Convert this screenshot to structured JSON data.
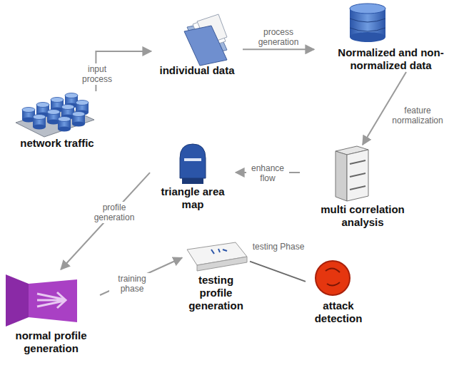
{
  "diagram": {
    "nodes": [
      {
        "text": [
          "network traffic"
        ]
      },
      {
        "text": [
          "individual data"
        ]
      },
      {
        "text": [
          "Normalized and non-normalized data"
        ]
      },
      {
        "text": [
          "multi correlation analysis"
        ]
      },
      {
        "text": [
          "triangle area map"
        ]
      },
      {
        "text": [
          "normal profile generation"
        ]
      },
      {
        "text": [
          "testing profile generation"
        ]
      },
      {
        "text": [
          "attack detection"
        ]
      }
    ],
    "edges": [
      {
        "from": 0,
        "to": 1,
        "label": "input process",
        "arrow": "to"
      },
      {
        "from": 1,
        "to": 2,
        "label": "process generation",
        "arrow": "to"
      },
      {
        "from": 2,
        "to": 3,
        "label": "feature normalization",
        "arrow": "to"
      },
      {
        "from": 3,
        "to": 4,
        "label": "enhance flow",
        "arrow": "to"
      },
      {
        "from": 4,
        "to": 5,
        "label": "profile generation",
        "arrow": "to"
      },
      {
        "from": 5,
        "to": 6,
        "label": "training phase",
        "arrow": "to"
      },
      {
        "from": 6,
        "to": 7,
        "label": "testing Phase",
        "arrow": "none"
      }
    ]
  }
}
